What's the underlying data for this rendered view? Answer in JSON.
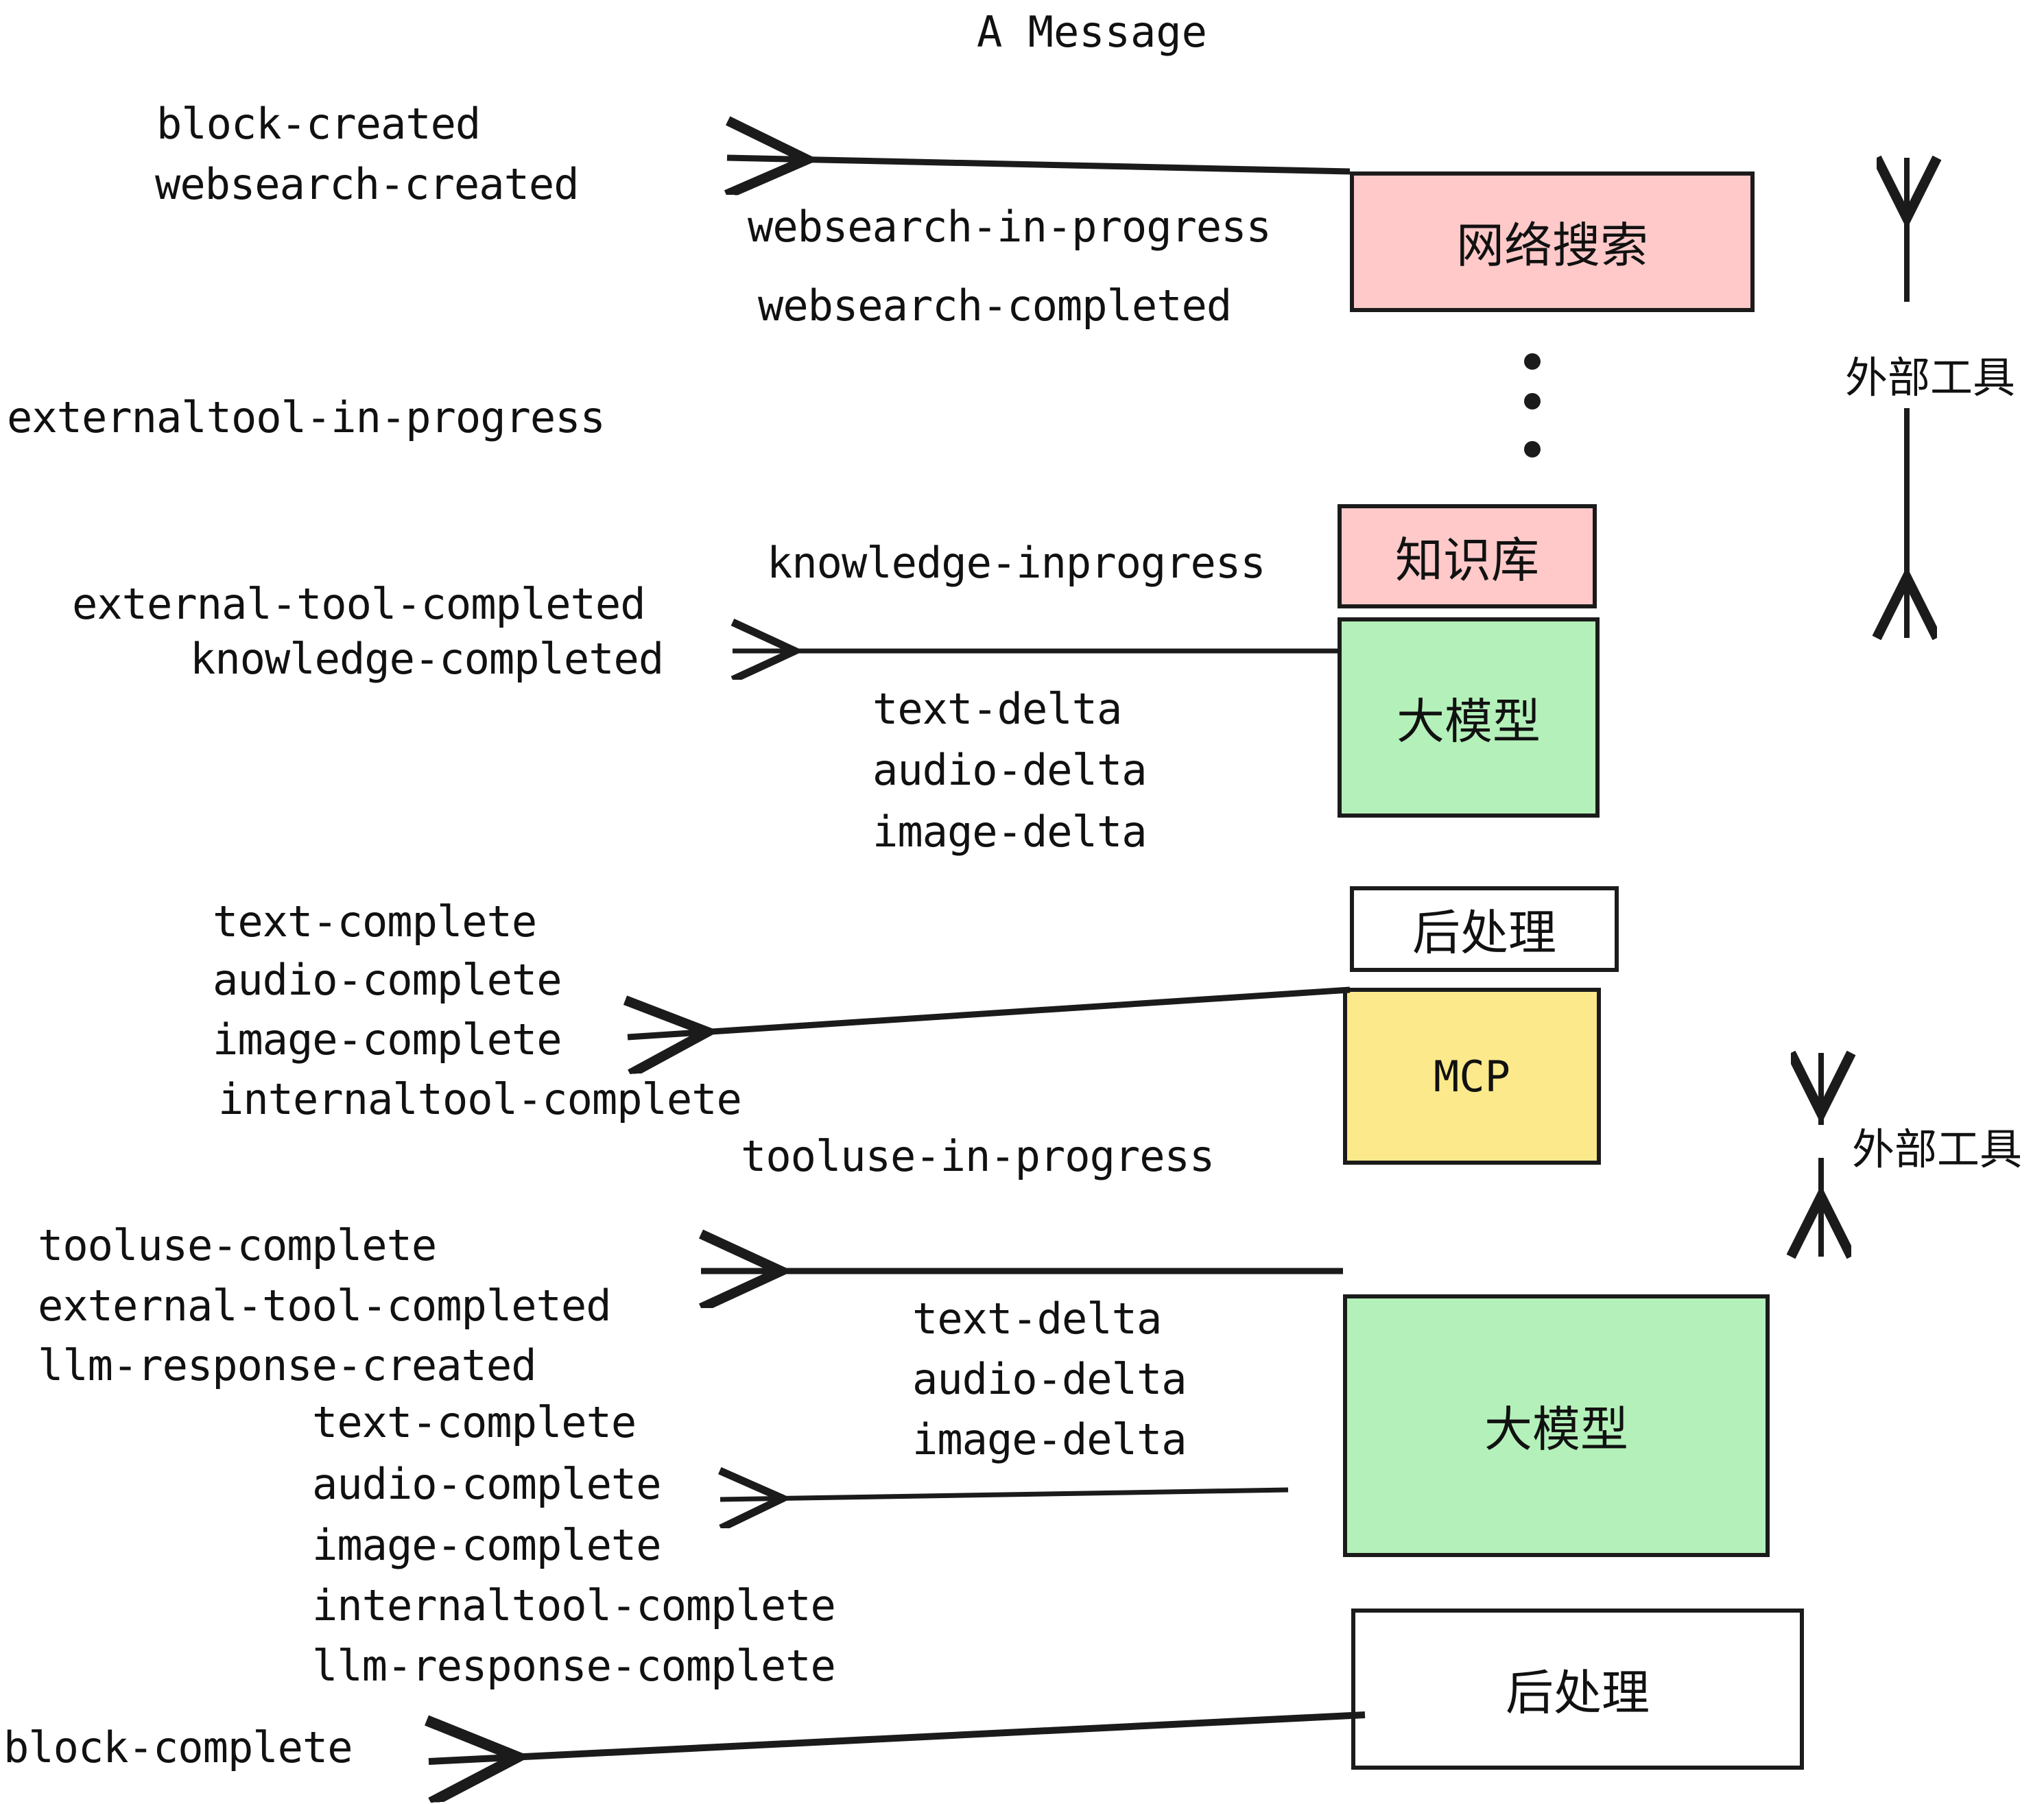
{
  "diagram": {
    "title": "A Message",
    "colors": {
      "pink": "#FFC9C9",
      "green": "#B4F0B9",
      "yellow": "#FCE98C",
      "white": "#FFFFFF",
      "stroke": "#1B1B1B"
    },
    "boxes": [
      {
        "id": "websearch",
        "label": "网络搜索",
        "fill": "#FFC9C9"
      },
      {
        "id": "knowledge",
        "label": "知识库",
        "fill": "#FFC9C9"
      },
      {
        "id": "llm-1",
        "label": "大模型",
        "fill": "#B4F0B9"
      },
      {
        "id": "postprocess-1",
        "label": "后处理",
        "fill": "#FFFFFF"
      },
      {
        "id": "mcp",
        "label": "MCP",
        "fill": "#FCE98C"
      },
      {
        "id": "llm-2",
        "label": "大模型",
        "fill": "#B4F0B9"
      },
      {
        "id": "postprocess-2",
        "label": "后处理",
        "fill": "#FFFFFF"
      }
    ],
    "side_labels": [
      {
        "id": "external-tools-top",
        "label": "外部工具"
      },
      {
        "id": "external-tools-bottom",
        "label": "外部工具"
      }
    ],
    "events": {
      "block_created": "block-created",
      "websearch_created": "websearch-created",
      "websearch_in_progress": "websearch-in-progress",
      "websearch_completed": "websearch-completed",
      "externaltool_in_progress": "externaltool-in-progress",
      "knowledge_inprogress": "knowledge-inprogress",
      "external_tool_completed_1": "external-tool-completed",
      "knowledge_completed": "knowledge-completed",
      "text_delta_1": "text-delta",
      "audio_delta_1": "audio-delta",
      "image_delta_1": "image-delta",
      "text_complete_1": "text-complete",
      "audio_complete_1": "audio-complete",
      "image_complete_1": "image-complete",
      "internaltool_complete_1": "internaltool-complete",
      "tooluse_in_progress": "tooluse-in-progress",
      "tooluse_complete": "tooluse-complete",
      "external_tool_completed_2": "external-tool-completed",
      "llm_response_created": "llm-response-created",
      "text_delta_2": "text-delta",
      "audio_delta_2": "audio-delta",
      "image_delta_2": "image-delta",
      "text_complete_2": "text-complete",
      "audio_complete_2": "audio-complete",
      "image_complete_2": "image-complete",
      "internaltool_complete_2": "internaltool-complete",
      "llm_response_complete": "llm-response-complete",
      "block_complete": "block-complete"
    },
    "ellipsis": "⋮"
  }
}
